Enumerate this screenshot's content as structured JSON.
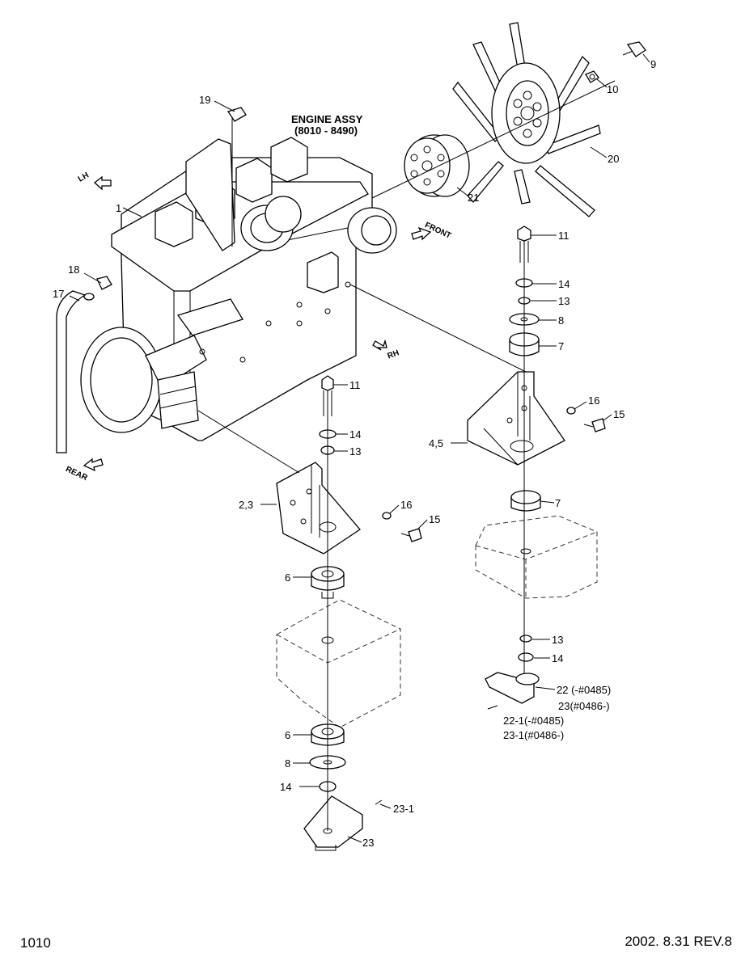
{
  "labels": {
    "engine_assy": "ENGINE ASSY",
    "engine_range": "(8010 - 8490)",
    "lh": "LH",
    "front": "FRONT",
    "rh": "RH",
    "rear": "REAR"
  },
  "callouts": {
    "c1": "1",
    "c19": "19",
    "c18": "18",
    "c17": "17",
    "c9": "9",
    "c10": "10",
    "c20": "20",
    "c21": "21",
    "c11a": "11",
    "c14a": "14",
    "c13a": "13",
    "c8a": "8",
    "c7a": "7",
    "c16a": "16",
    "c15a": "15",
    "c45": "4,5",
    "c7b": "7",
    "c13b": "13",
    "c14b": "14",
    "c22": "22 (-#0485)",
    "c23b": "23(#0486-)",
    "c221": "22-1(-#0485)",
    "c231b": "23-1(#0486-)",
    "c11b": "11",
    "c14c": "14",
    "c13c": "13",
    "c23": "2,3",
    "c16b": "16",
    "c15b": "15",
    "c6a": "6",
    "c6b": "6",
    "c8b": "8",
    "c14d": "14",
    "c231a": "23-1",
    "c23a": "23"
  },
  "footer": {
    "page": "1010",
    "revision": "2002. 8.31 REV.8"
  }
}
